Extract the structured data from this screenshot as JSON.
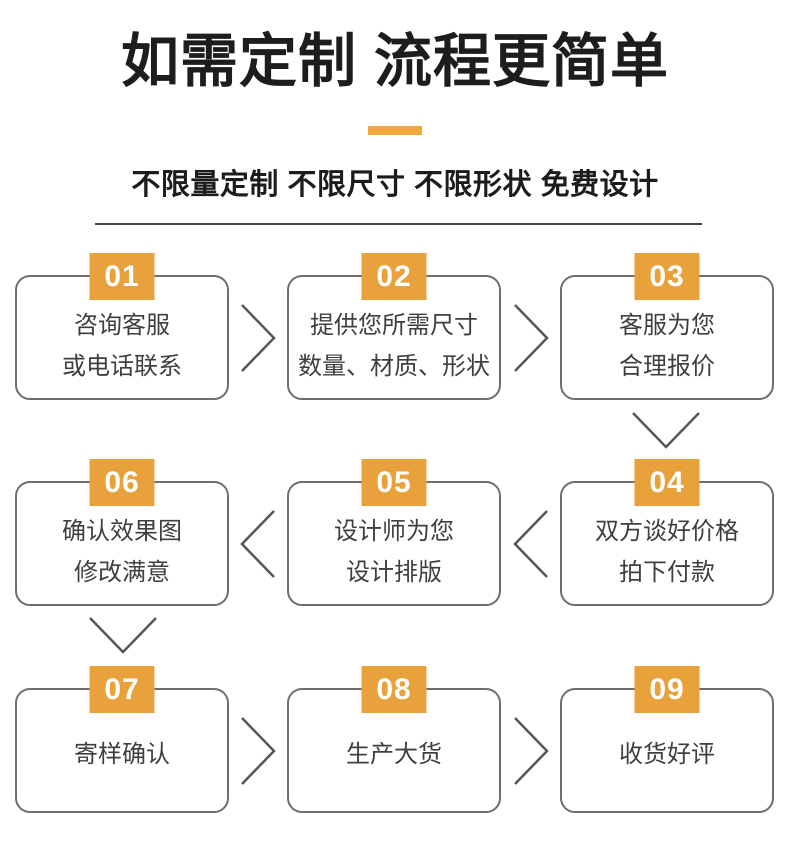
{
  "page": {
    "title": "如需定制 流程更简单",
    "subtitle": "不限量定制 不限尺寸 不限形状 免费设计"
  },
  "colors": {
    "accent_badge": "#E9A23B",
    "accent_dash": "#F2A93B",
    "title_text": "#1d1d1d",
    "box_border": "#6e6e6e",
    "box_text": "#3f3f3f",
    "arrow_stroke": "#565656"
  },
  "steps": [
    {
      "number": "01",
      "lines": [
        "咨询客服",
        "或电话联系"
      ]
    },
    {
      "number": "02",
      "lines": [
        "提供您所需尺寸",
        "数量、材质、形状"
      ]
    },
    {
      "number": "03",
      "lines": [
        "客服为您",
        "合理报价"
      ]
    },
    {
      "number": "04",
      "lines": [
        "双方谈好价格",
        "拍下付款"
      ]
    },
    {
      "number": "05",
      "lines": [
        "设计师为您",
        "设计排版"
      ]
    },
    {
      "number": "06",
      "lines": [
        "确认效果图",
        "修改满意"
      ]
    },
    {
      "number": "07",
      "lines": [
        "寄样确认"
      ]
    },
    {
      "number": "08",
      "lines": [
        "生产大货"
      ]
    },
    {
      "number": "09",
      "lines": [
        "收货好评"
      ]
    }
  ],
  "flow_arrows": [
    {
      "from": "01",
      "to": "02",
      "direction": "right"
    },
    {
      "from": "02",
      "to": "03",
      "direction": "right"
    },
    {
      "from": "03",
      "to": "04",
      "direction": "down"
    },
    {
      "from": "04",
      "to": "05",
      "direction": "left"
    },
    {
      "from": "05",
      "to": "06",
      "direction": "left"
    },
    {
      "from": "06",
      "to": "07",
      "direction": "down"
    },
    {
      "from": "07",
      "to": "08",
      "direction": "right"
    },
    {
      "from": "08",
      "to": "09",
      "direction": "right"
    }
  ]
}
